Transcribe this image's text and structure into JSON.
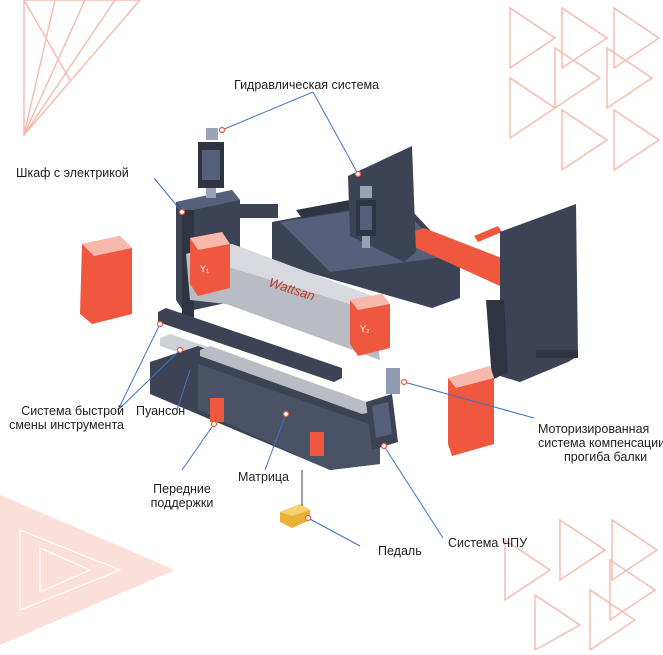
{
  "brand": "Wattsan",
  "axis_badge_left": "Y₁",
  "axis_badge_right": "Y₂",
  "labels": {
    "hydraulic": "Гидравлическая система",
    "cabinet": "Шкаф с электрикой",
    "quick_change_1": "Система быстрой",
    "quick_change_2": "смены инструмента",
    "punch": "Пуансон",
    "front_supports_1": "Передние",
    "front_supports_2": "поддержки",
    "die": "Матрица",
    "pedal": "Педаль",
    "cnc": "Система ЧПУ",
    "crowning_1": "Моторизированная",
    "crowning_2": "система компенсации",
    "crowning_3": "прогиба балки"
  },
  "colors": {
    "accent": "#f0573f",
    "accent_light": "#f6b9ab",
    "frame": "#3b4354",
    "frame_light": "#56607a",
    "steel": "#b9bcc3",
    "pedal": "#e8b23a",
    "leader": "#3d72c8",
    "text": "#1e1e1e"
  }
}
